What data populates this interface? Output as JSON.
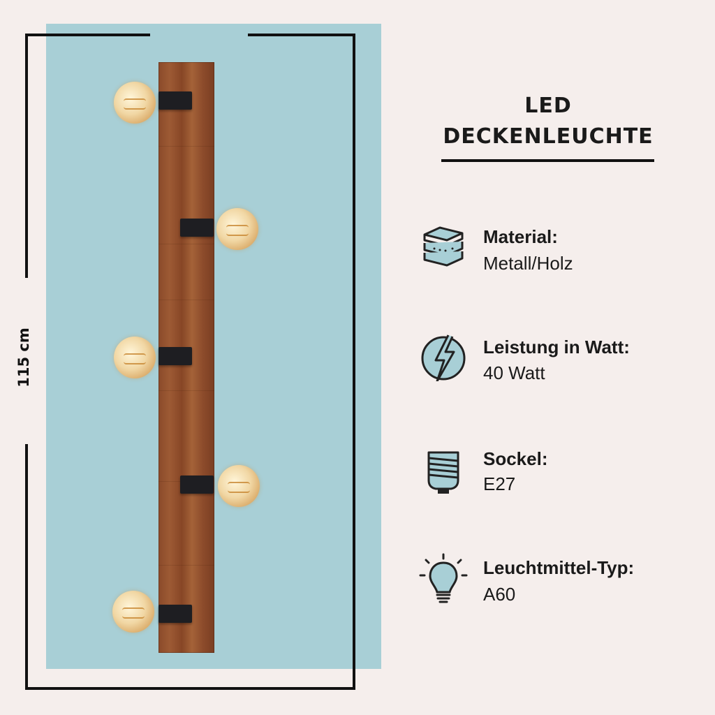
{
  "dimension": {
    "height_label": "115 cm"
  },
  "heading": {
    "line1": "LED",
    "line2": "DECKENLEUCHTE"
  },
  "specs": [
    {
      "label": "Material:",
      "value": "Metall/Holz",
      "icon": "layers-icon"
    },
    {
      "label": "Leistung in Watt:",
      "value": "40 Watt",
      "icon": "lightning-icon"
    },
    {
      "label": "Sockel:",
      "value": "E27",
      "icon": "socket-thread-icon"
    },
    {
      "label": "Leuchtmittel-Typ:",
      "value": "A60",
      "icon": "light-bulb-icon"
    }
  ],
  "colors": {
    "background": "#f5eeec",
    "panel": "#a8cfd6",
    "accent": "#a8cfd6",
    "text": "#1a1a1a"
  }
}
